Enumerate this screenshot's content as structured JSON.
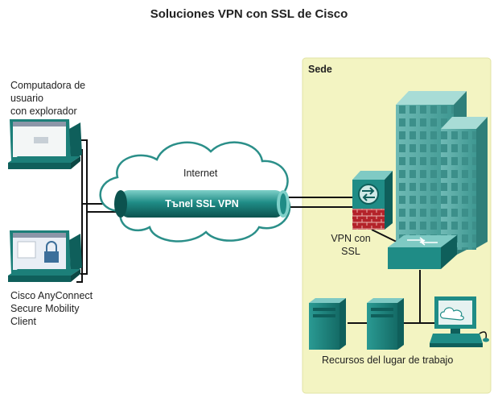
{
  "title": "Soluciones VPN con SSL de Cisco",
  "hq_label": "Sede",
  "browser_pc_label": [
    "Computadora de",
    "usuario",
    "con explorador"
  ],
  "anyconnect_label": [
    "Cisco AnyConnect",
    "Secure Mobility",
    "Client"
  ],
  "internet_label": "Internet",
  "tunnel_label": "Tъnel SSL VPN",
  "vpn_device_label": [
    "VPN con",
    "SSL"
  ],
  "resources_label": "Recursos del lugar de trabajo",
  "colors": {
    "hq_zone": "#f3f4c2",
    "teal": "#1f8c86",
    "teal_dark": "#0f5f5b",
    "teal_light": "#6cc3bc",
    "brick": "#b4232a"
  }
}
